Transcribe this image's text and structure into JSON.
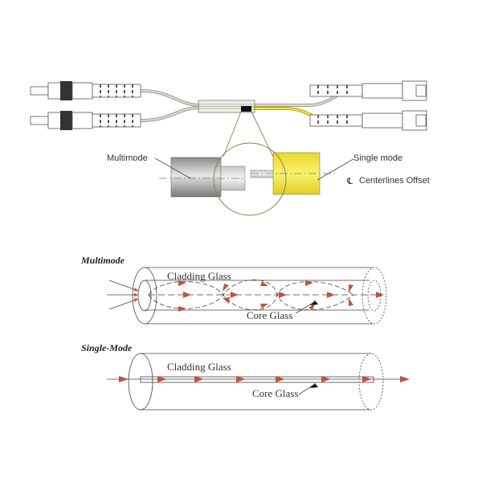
{
  "top": {
    "multimode_label": "Multimode",
    "singlemode_label": "Single mode",
    "centerline_symbol": "℄",
    "centerline_label": "Centerlines Offset"
  },
  "multimode": {
    "title": "Multimode",
    "cladding_label": "Cladding Glass",
    "core_label": "Core Glass"
  },
  "singlemode": {
    "title": "Single-Mode",
    "cladding_label": "Cladding Glass",
    "core_label": "Core Glass"
  },
  "colors": {
    "arrow": "#c0533b",
    "yellow": "#f3e44a",
    "yellow_cable": "#d8c21a",
    "gray_cable": "#a8a8a0",
    "outline": "#555555"
  }
}
